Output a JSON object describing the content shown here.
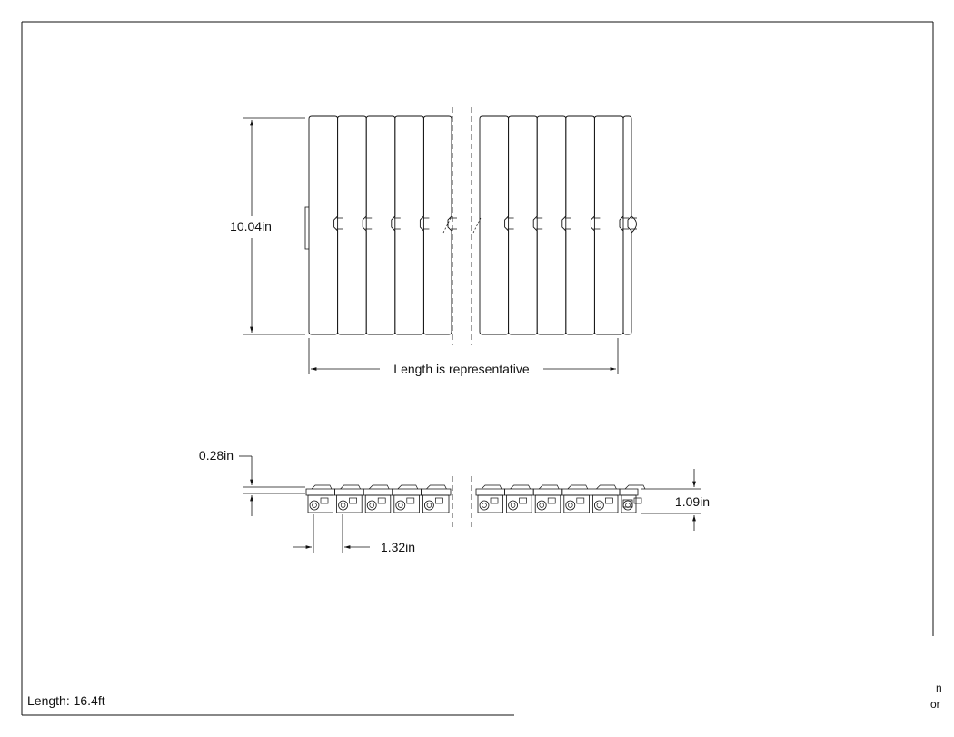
{
  "drawing": {
    "top_view": {
      "width_label": "10.04in",
      "length_label": "Length is representative"
    },
    "side_view": {
      "plate_thickness_label": "0.28in",
      "height_label": "1.09in",
      "pitch_label": "1.32in"
    },
    "footer": {
      "length_label": "Length: 16.4ft",
      "edge_text_top": "n",
      "edge_text_bottom": "or"
    }
  }
}
